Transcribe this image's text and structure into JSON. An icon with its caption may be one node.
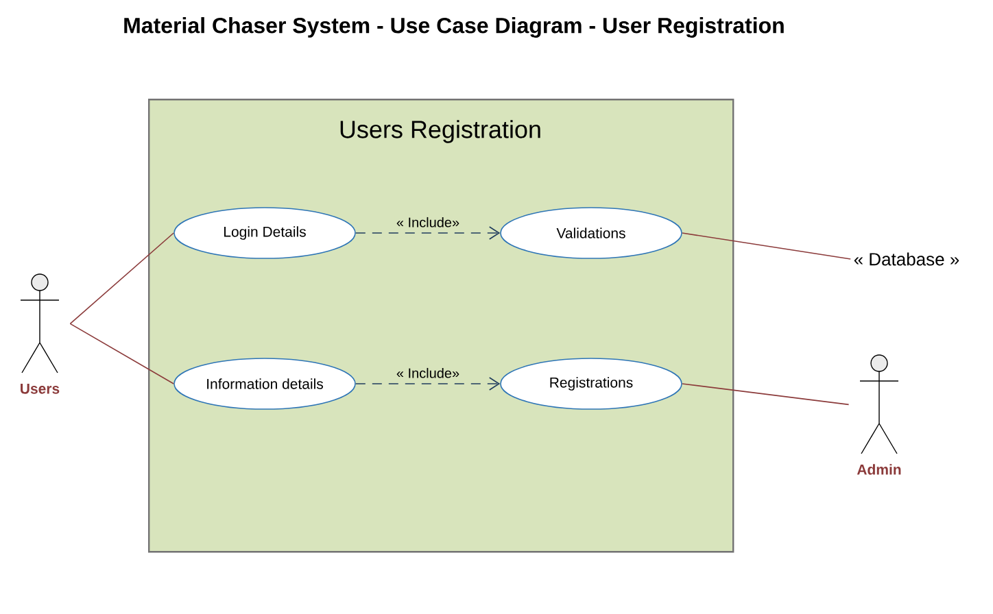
{
  "diagram": {
    "title": "Material Chaser System - Use Case Diagram - User Registration",
    "nodes": [
      {
        "text": [
          "Users Registration"
        ]
      },
      {
        "text": [
          "Login Details"
        ],
        "in": 0
      },
      {
        "text": [
          "Validations"
        ],
        "in": 0
      },
      {
        "text": [
          "Information details"
        ],
        "in": 0
      },
      {
        "text": [
          "Registrations"
        ],
        "in": 0
      },
      {
        "text": [
          "Users"
        ]
      },
      {
        "text": [
          "« Database »"
        ]
      },
      {
        "text": [
          "Admin"
        ]
      }
    ],
    "edges": [
      {
        "from": 5,
        "to": 1,
        "arrow": "none"
      },
      {
        "from": 5,
        "to": 3,
        "arrow": "none"
      },
      {
        "from": 1,
        "to": 2,
        "arrow": "to",
        "label": "« Include»",
        "style": "dashed",
        "color": "#1f3b5c"
      },
      {
        "from": 3,
        "to": 4,
        "arrow": "to",
        "label": "« Include»",
        "style": "dashed",
        "color": "#1f3b5c"
      },
      {
        "from": 2,
        "to": 6,
        "arrow": "none"
      },
      {
        "from": 4,
        "to": 7,
        "arrow": "none"
      }
    ]
  }
}
